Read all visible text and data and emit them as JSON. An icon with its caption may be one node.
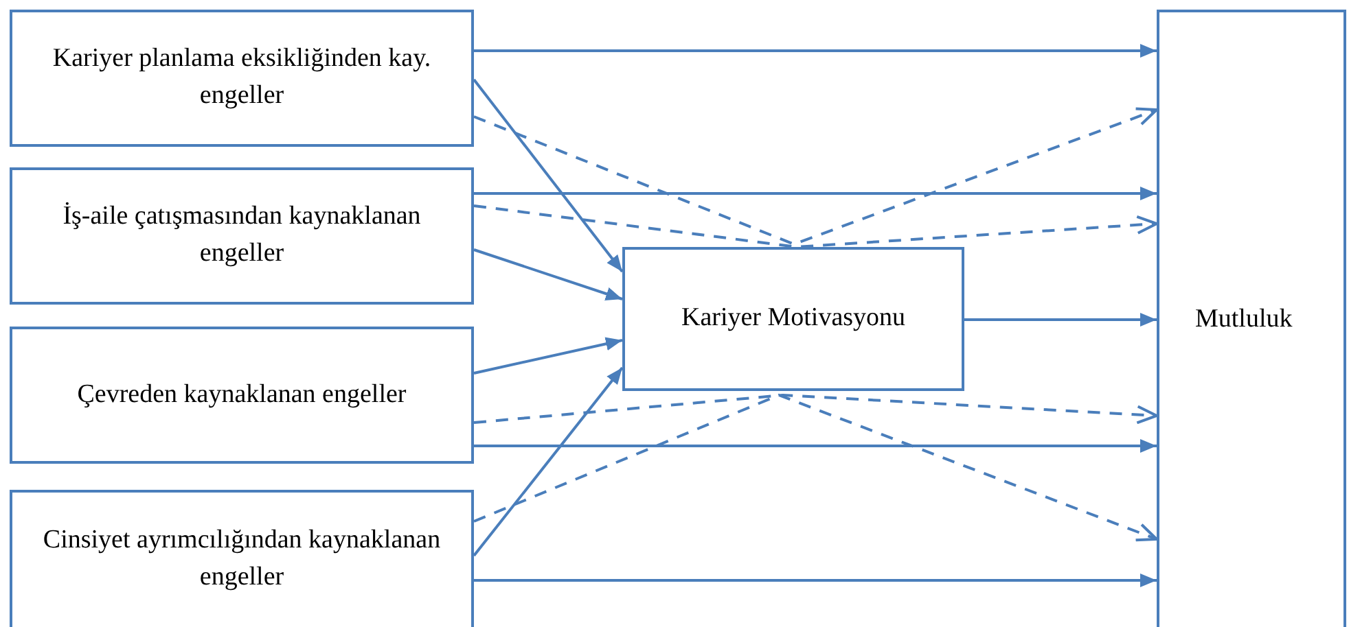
{
  "diagram": {
    "nodes": [
      {
        "text": [
          "Kariyer planlama eksikliğinden kay. engeller"
        ]
      },
      {
        "text": [
          "İş-aile çatışmasından kaynaklanan engeller"
        ]
      },
      {
        "text": [
          "Çevreden kaynaklanan engeller"
        ]
      },
      {
        "text": [
          "Cinsiyet ayrımcılığından kaynaklanan engeller"
        ]
      },
      {
        "text": [
          "Kariyer Motivasyonu"
        ]
      },
      {
        "text": [
          "Mutluluk"
        ]
      }
    ],
    "edges": [
      {
        "from": 0,
        "to": 5,
        "arrow": "to"
      },
      {
        "from": 0,
        "to": 4,
        "arrow": "to"
      },
      {
        "from": 0,
        "to": 5,
        "arrow": "to",
        "style": "dashed"
      },
      {
        "from": 1,
        "to": 5,
        "arrow": "to"
      },
      {
        "from": 1,
        "to": 5,
        "arrow": "to",
        "style": "dashed"
      },
      {
        "from": 1,
        "to": 4,
        "arrow": "to"
      },
      {
        "from": 2,
        "to": 4,
        "arrow": "to"
      },
      {
        "from": 2,
        "to": 5,
        "arrow": "to",
        "style": "dashed"
      },
      {
        "from": 2,
        "to": 5,
        "arrow": "to"
      },
      {
        "from": 3,
        "to": 5,
        "arrow": "to",
        "style": "dashed"
      },
      {
        "from": 3,
        "to": 4,
        "arrow": "to"
      },
      {
        "from": 3,
        "to": 5,
        "arrow": "to"
      },
      {
        "from": 4,
        "to": 5,
        "arrow": "to"
      }
    ]
  }
}
